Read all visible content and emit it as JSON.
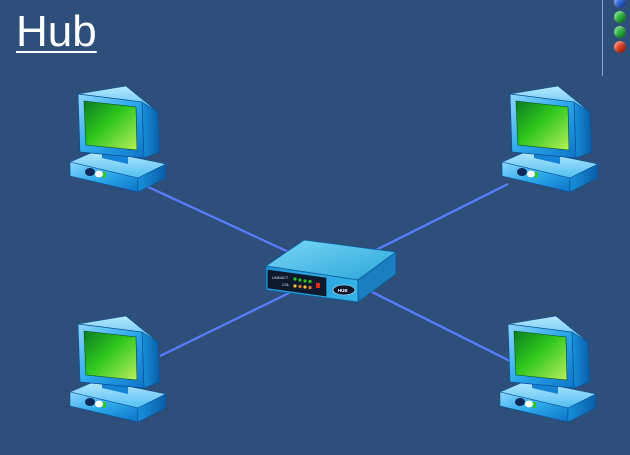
{
  "title": "Hub",
  "hub": {
    "label_line_1": "LINK/ACT",
    "label_line_2": "COL",
    "badge": "HUB"
  },
  "colors": {
    "background": "#2d4f79",
    "cable": "#5a7dff",
    "case": "#35a9e0",
    "screen": "#35c41e",
    "nav_dots": [
      "#2a62d8",
      "#27b33a",
      "#27b33a",
      "#e0391c"
    ]
  },
  "nav_dots": [
    "blue-dot",
    "green-dot",
    "green-dot",
    "red-dot"
  ],
  "computers": [
    "top-left",
    "top-right",
    "bottom-left",
    "bottom-right"
  ]
}
